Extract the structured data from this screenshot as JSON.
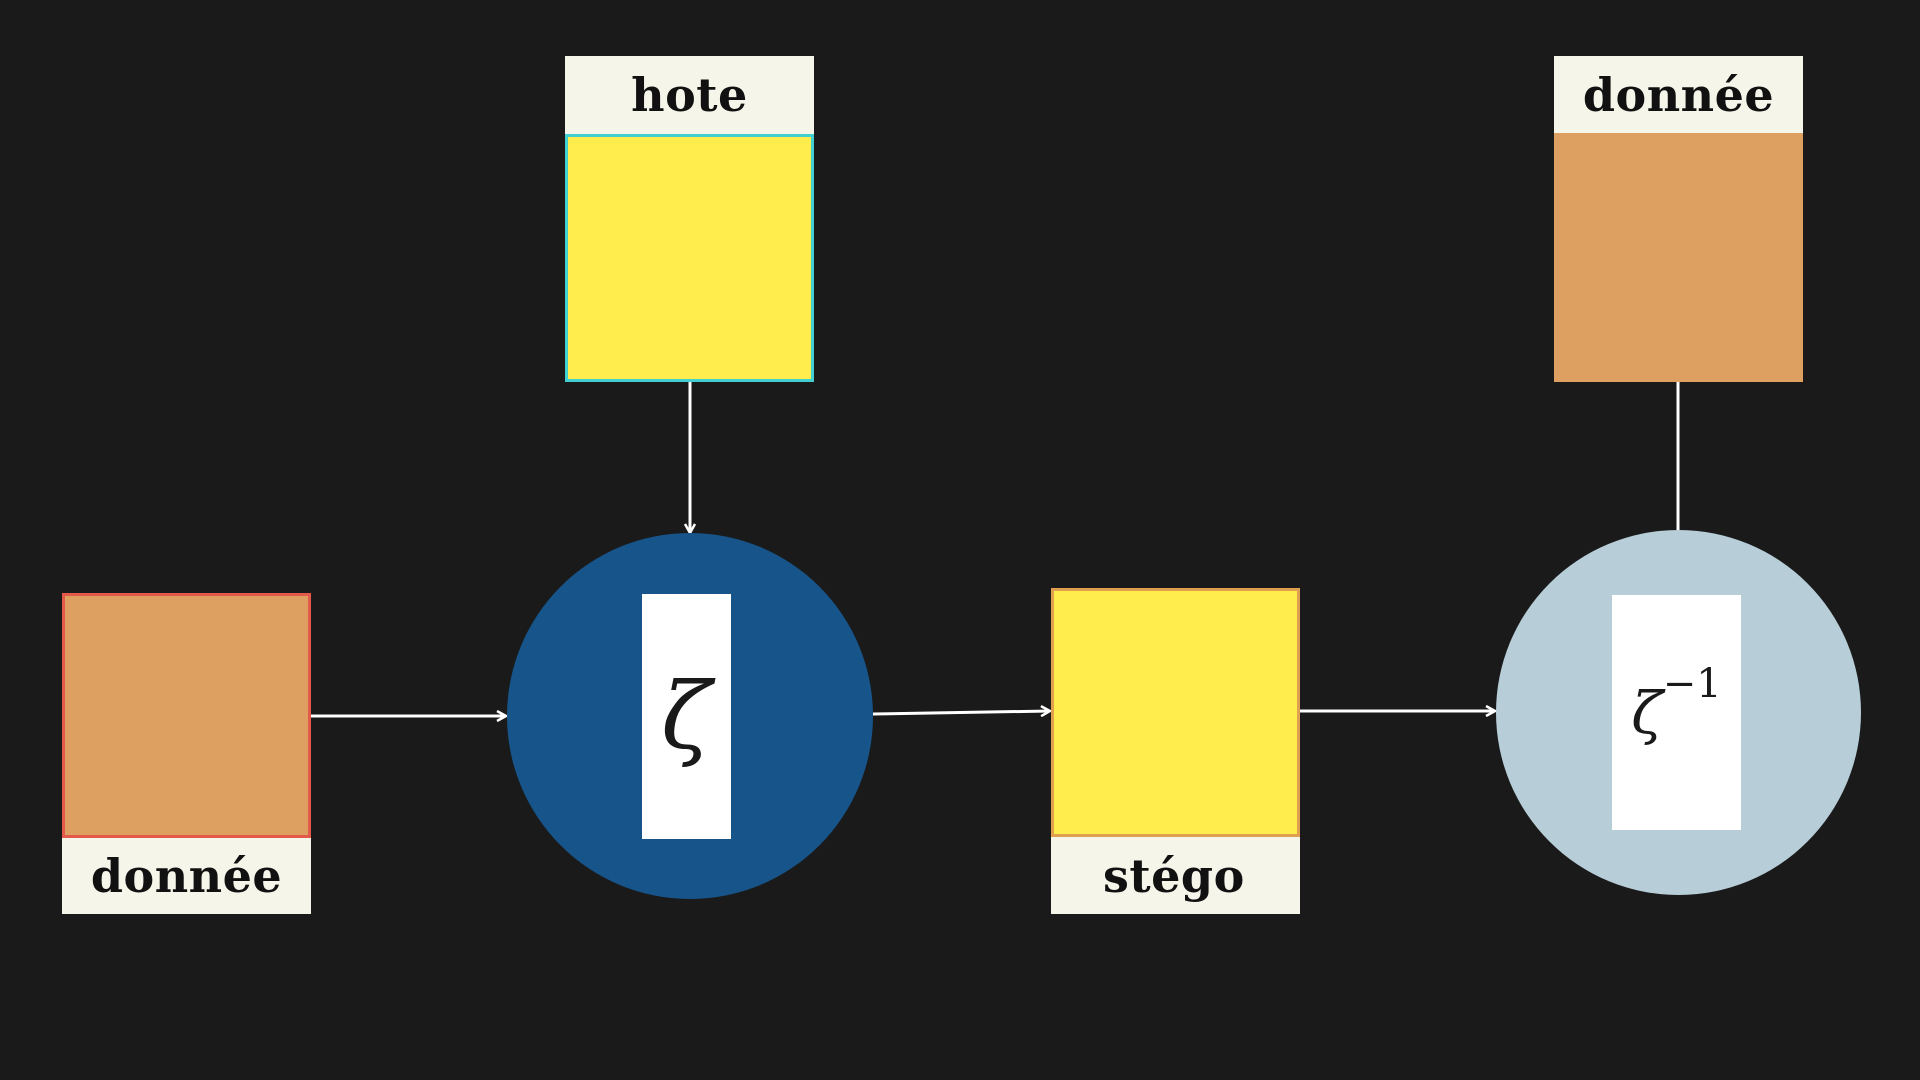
{
  "diagram": {
    "nodes": {
      "data_input": {
        "label": "donnée",
        "fill": "#dea060",
        "border": "#e35a4a"
      },
      "host": {
        "label": "hote",
        "fill": "#ffec4d",
        "border": "#3fd0cf"
      },
      "embed": {
        "symbol": "ζ",
        "fill": "#16548a"
      },
      "stego": {
        "label": "stégo",
        "fill": "#ffec4d",
        "border": "#e0a050"
      },
      "extract": {
        "symbol": "ζ",
        "superscript": "−1",
        "fill": "#b7cdd8"
      },
      "data_output": {
        "label": "donnée",
        "fill": "#dea060"
      }
    },
    "edges": [
      {
        "from": "data_input",
        "to": "embed"
      },
      {
        "from": "host",
        "to": "embed"
      },
      {
        "from": "embed",
        "to": "stego"
      },
      {
        "from": "stego",
        "to": "extract"
      },
      {
        "from": "extract",
        "to": "data_output"
      }
    ],
    "colors": {
      "background": "#1a1a1a",
      "label_bg": "#f5f5e9",
      "wire": "#ffffff"
    }
  }
}
